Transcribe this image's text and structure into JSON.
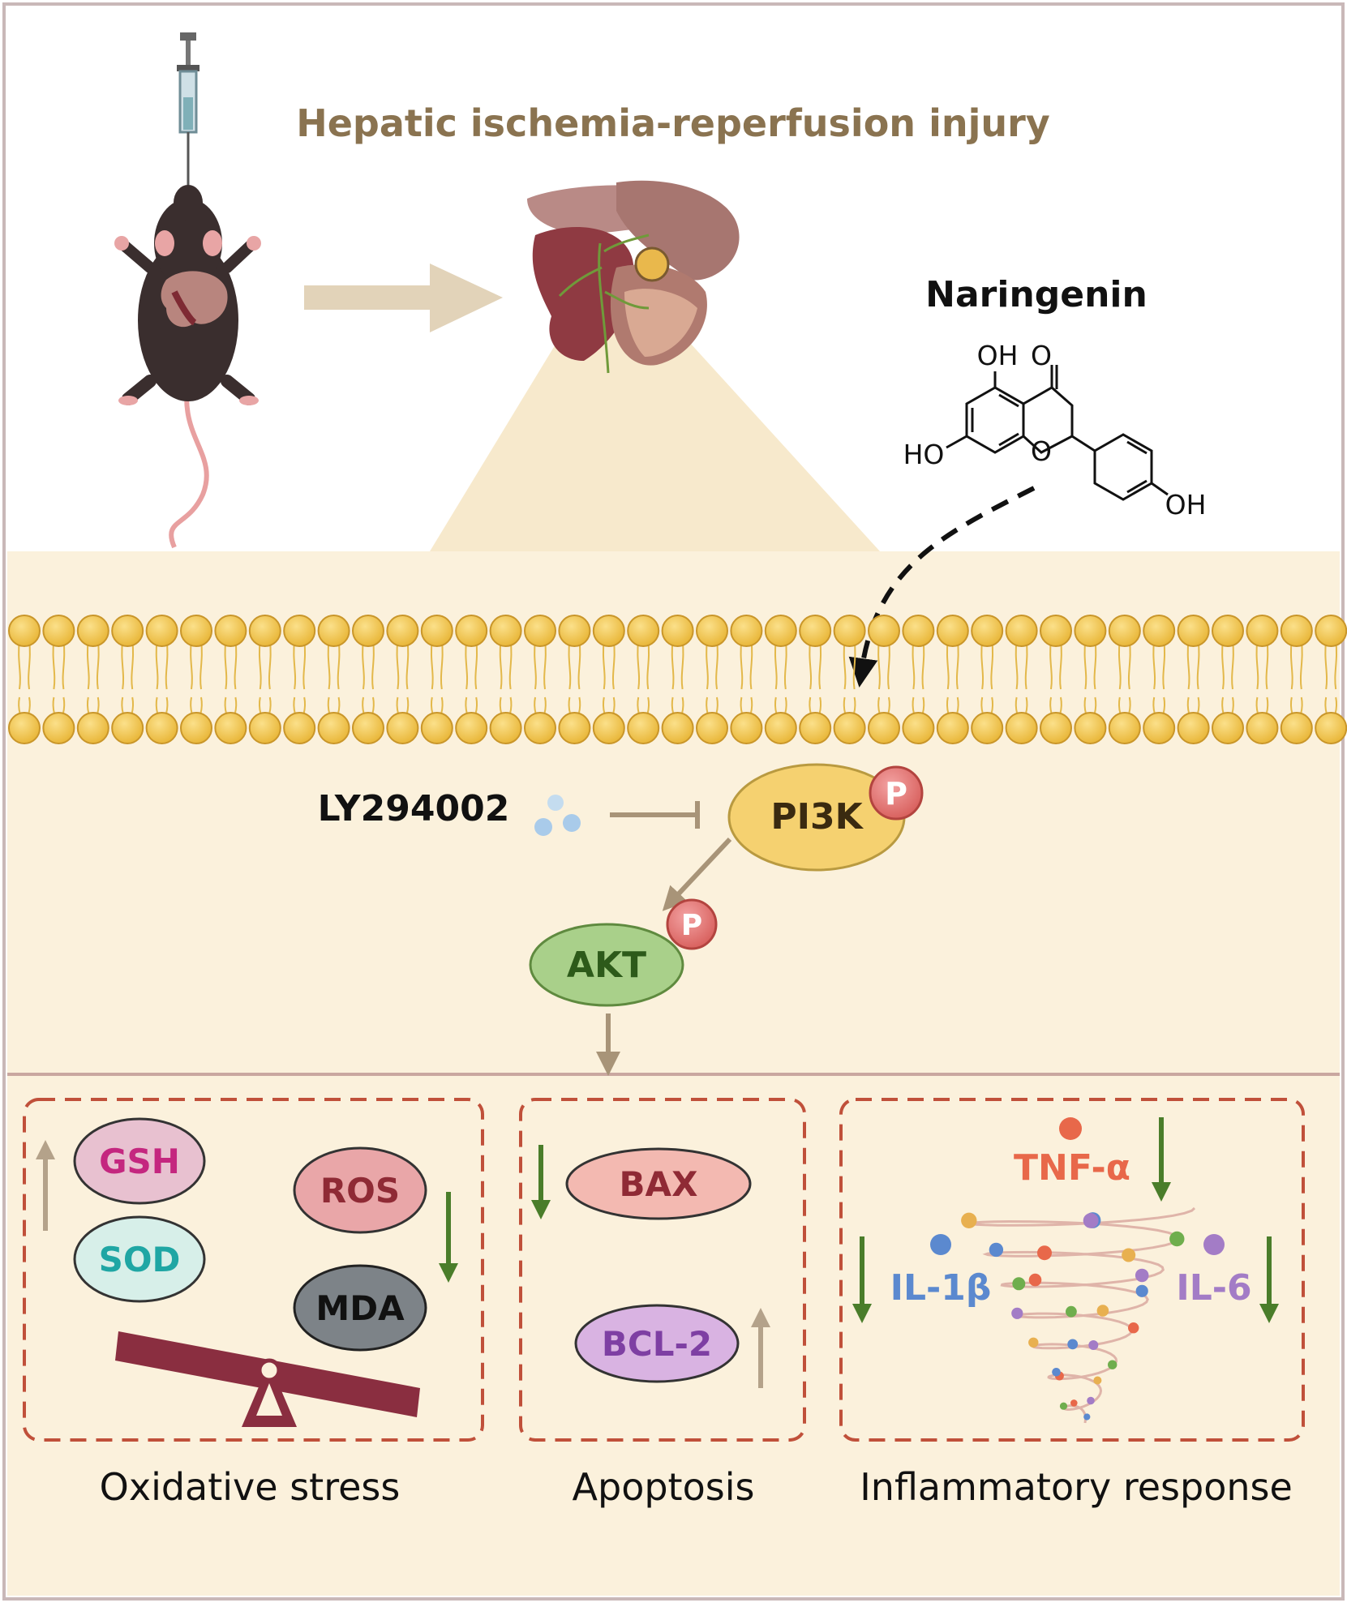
{
  "title": "Hepatic ischemia-reperfusion injury",
  "drug": {
    "name": "Naringenin",
    "structure_labels": {
      "oh_top": "OH",
      "ketone_o": "O",
      "ho_left": "HO",
      "ring_o": "O",
      "oh_right": "OH"
    }
  },
  "inhibitor": {
    "name": "LY294002"
  },
  "pathway": {
    "pi3k": "PI3K",
    "akt": "AKT",
    "phospho_mark": "P"
  },
  "outcomes": {
    "oxidative": {
      "caption": "Oxidative stress",
      "increased": [
        "GSH",
        "SOD"
      ],
      "decreased": [
        "ROS",
        "MDA"
      ]
    },
    "apoptosis": {
      "caption": "Apoptosis",
      "decreased": "BAX",
      "increased": "BCL-2"
    },
    "inflammation": {
      "caption": "Inflammatory response",
      "decreased": [
        "TNF-α",
        "IL-1β",
        "IL-6"
      ]
    }
  },
  "colors": {
    "title": "#8a7350",
    "background_cell": "#fbf1dc",
    "membrane_head": "#f3c24d",
    "pi3k": "#f5d170",
    "akt": "#a9d08a",
    "phospho": "#e07373",
    "gsh": "#c4277f",
    "sod": "#1fa6a4",
    "ros": "#8f2a35",
    "bax": "#8f2a35",
    "bcl2": "#7e3fa3",
    "tnf": "#e8684a",
    "il1b": "#5b89cf",
    "il6": "#a37cc6",
    "up_arrow": "#b4a28a",
    "down_arrow": "#4a7d2a",
    "box_border": "#c0503a"
  },
  "icons": [
    "mouse-illustration",
    "syringe-icon",
    "liver-illustration",
    "cytokine-storm-icon",
    "seesaw-icon",
    "inhibitor-dots-icon"
  ]
}
